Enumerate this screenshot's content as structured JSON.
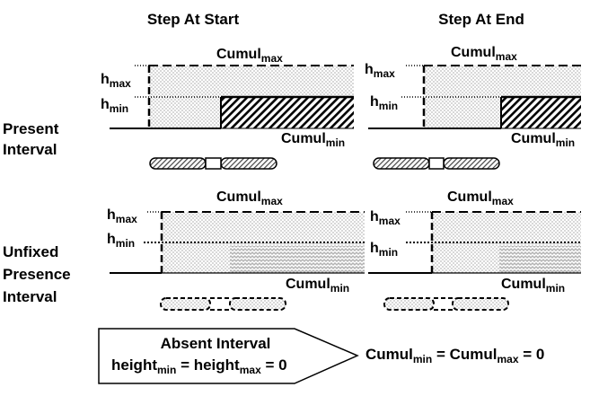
{
  "columns": {
    "start": "Step At Start",
    "end": "Step At End"
  },
  "rows": {
    "present": {
      "line1": "Present",
      "line2": "Interval"
    },
    "unfixed": {
      "line1": "Unfixed",
      "line2": "Presence",
      "line3": "Interval"
    }
  },
  "labels": {
    "h": "h",
    "max": "max",
    "min": "min",
    "cumul": "Cumul",
    "height": "height"
  },
  "absent": {
    "title": "Absent Interval",
    "eq_tail": " = 0"
  },
  "equation": {
    "eq1": " = ",
    "eq2": " = 0"
  },
  "colors": {
    "ink": "#000000",
    "dot": "#6a6a6a",
    "hatch": "#000000",
    "background": "#ffffff"
  }
}
